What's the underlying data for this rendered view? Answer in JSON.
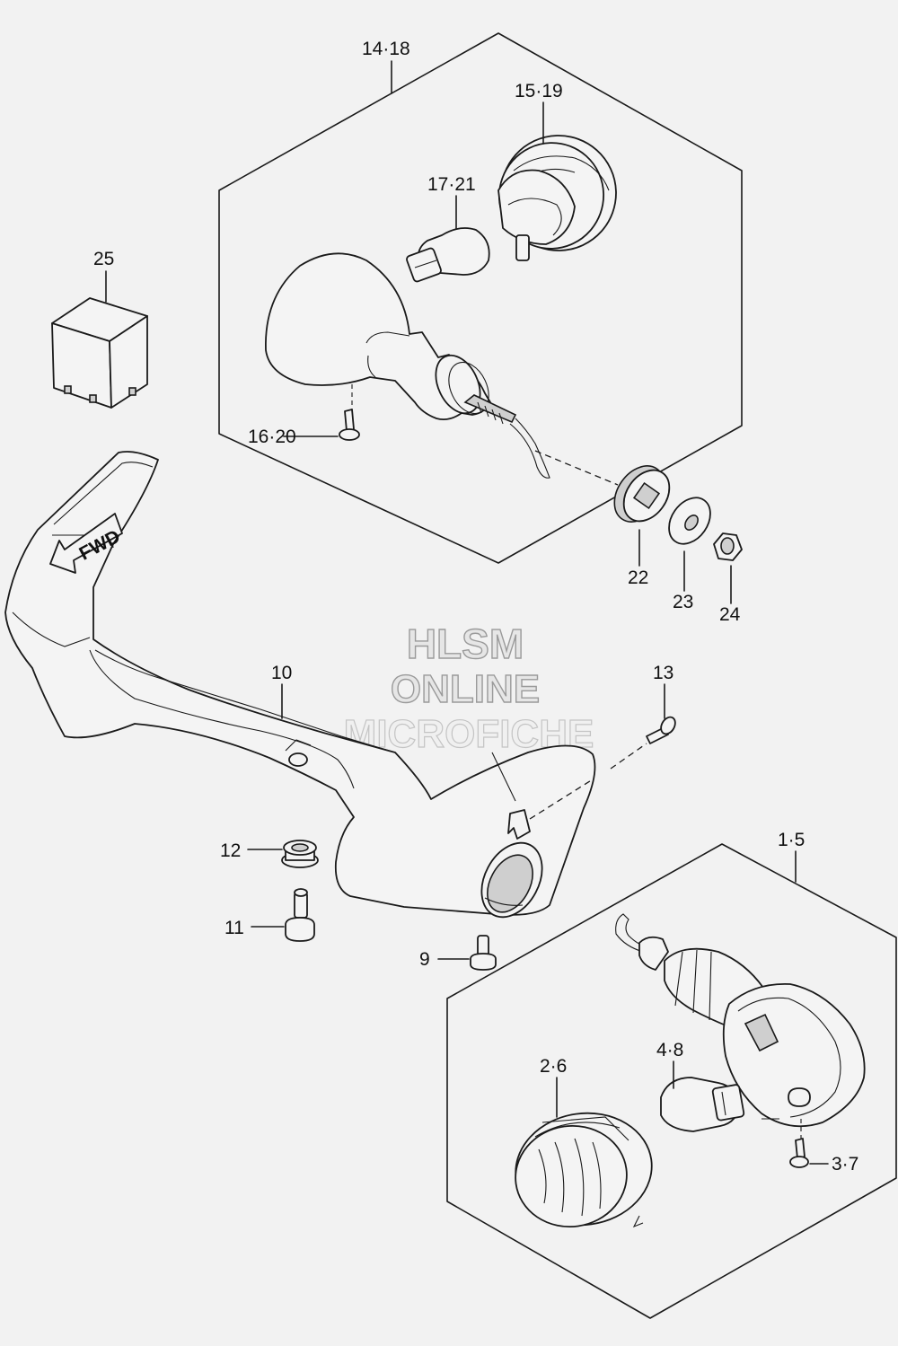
{
  "labels": {
    "l_14_18": "14·18",
    "l_15_19": "15·19",
    "l_17_21": "17·21",
    "l_25": "25",
    "l_16_20": "16·20",
    "l_22": "22",
    "l_23": "23",
    "l_24": "24",
    "l_10": "10",
    "l_13": "13",
    "l_1_5": "1·5",
    "l_12": "12",
    "l_11": "11",
    "l_9": "9",
    "l_2_6": "2·6",
    "l_4_8": "4·8",
    "l_3_7": "3·7"
  },
  "watermark": {
    "line1": "HLSM",
    "line2": "ONLINE",
    "line3": "MICROFICHE"
  },
  "fwd_arrow": {
    "label": "FWD",
    "icon": "forward-arrow-icon"
  }
}
